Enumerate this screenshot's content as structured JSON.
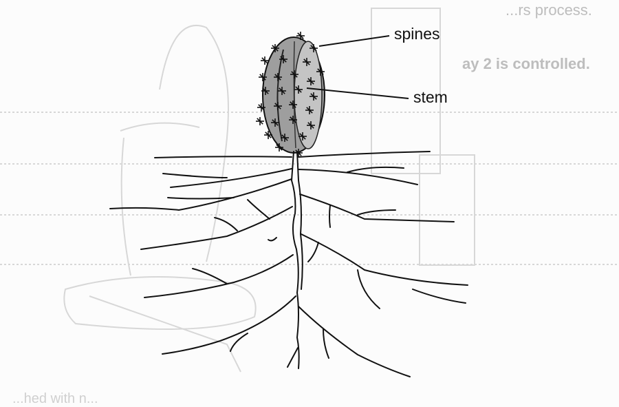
{
  "labels": {
    "spines": "spines",
    "stem": "stem"
  },
  "bleed_through": {
    "top": "...rs process.",
    "middle": "ay 2 is controlled.",
    "bottom": "...hed with n..."
  },
  "colors": {
    "ink": "#111111",
    "stem_fill": "#9e9e9e",
    "ghost": "#c8c8c8",
    "paper": "#fcfcfc"
  }
}
